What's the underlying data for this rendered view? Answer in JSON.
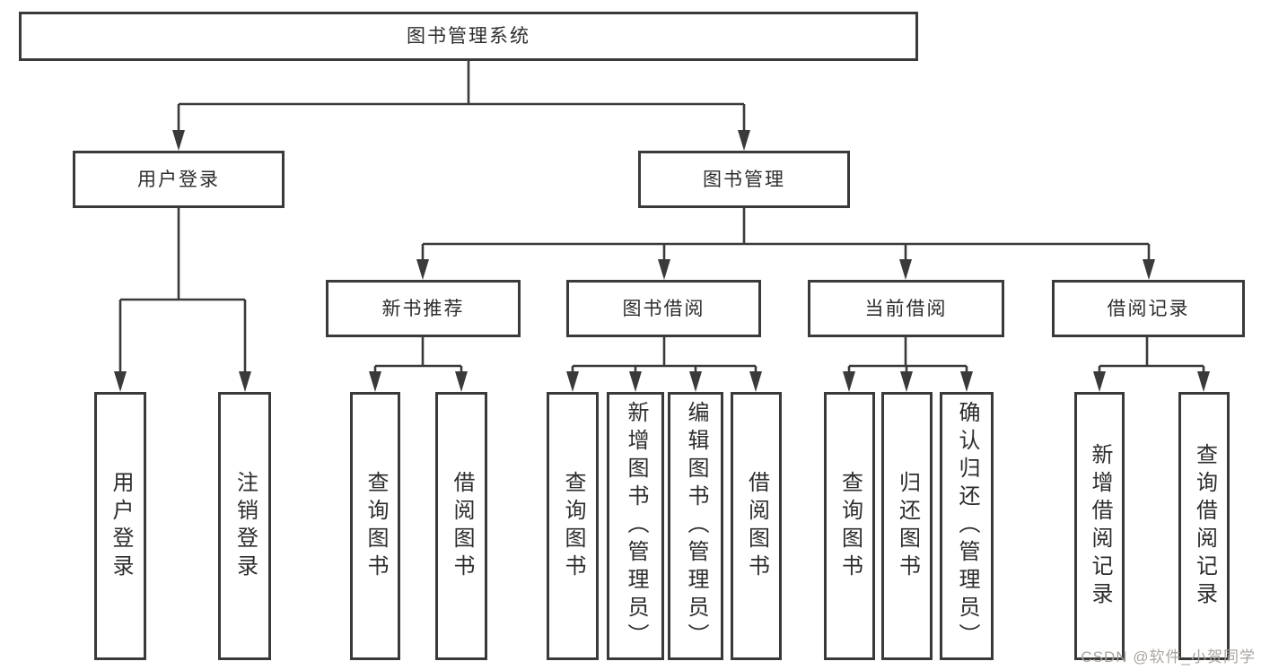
{
  "title": "图书管理系统",
  "level2": [
    {
      "label": "用户登录"
    },
    {
      "label": "图书管理"
    }
  ],
  "level3": [
    {
      "label": "新书推荐"
    },
    {
      "label": "图书借阅"
    },
    {
      "label": "当前借阅"
    },
    {
      "label": "借阅记录"
    }
  ],
  "leaves": {
    "user_login": [
      "用户登录",
      "注销登录"
    ],
    "new_books": [
      "查询图书",
      "借阅图书"
    ],
    "book_borrow": [
      "查询图书",
      "新增图书（管理员）",
      "编辑图书（管理员）",
      "借阅图书"
    ],
    "current_borrow": [
      "查询图书",
      "归还图书",
      "确认归还（管理员）"
    ],
    "borrow_records": [
      "新增借阅记录",
      "查询借阅记录"
    ]
  },
  "watermark": "CSDN @软件_小贺同学",
  "colors": {
    "line": "#3a3a3a",
    "text": "#2d2d2d",
    "background": "#ffffff",
    "watermark": "#aaa49f"
  }
}
